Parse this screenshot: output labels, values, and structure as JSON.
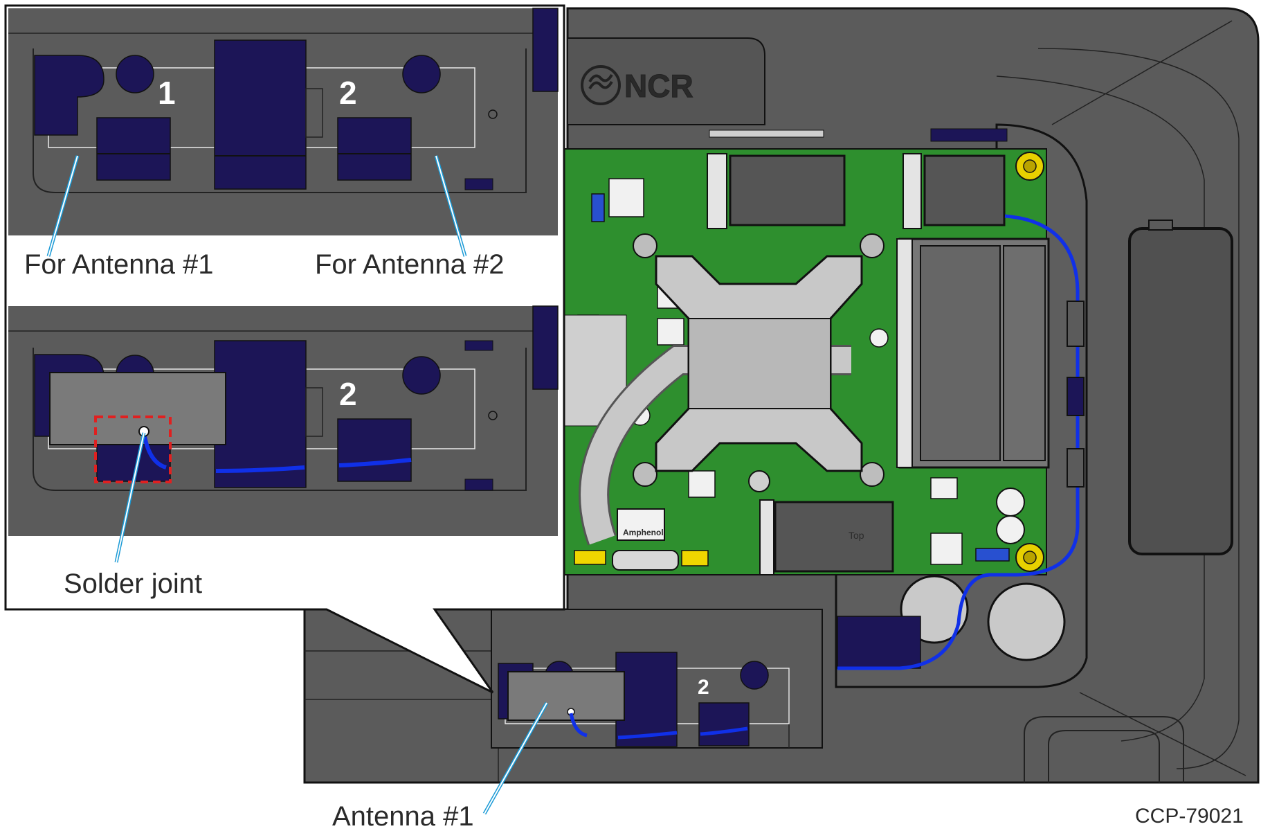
{
  "callout_top": {
    "slot_1_number": "1",
    "slot_2_number": "2",
    "label_antenna_1": "For Antenna #1",
    "label_antenna_2": "For Antenna #2"
  },
  "callout_bottom": {
    "slot_2_number": "2",
    "label_solder": "Solder joint"
  },
  "main": {
    "logo_text": "NCR",
    "connector_brand": "Amphenol",
    "module_label": "Top",
    "slot_2_number": "2",
    "label_antenna_1": "Antenna #1"
  },
  "figure_id": "CCP-79021",
  "colors": {
    "housing": "#5b5b5b",
    "housing_dark": "#4a4a4a",
    "pcb": "#2e8f2e",
    "component": "#1c1557",
    "cable": "#1030e8",
    "leader": "#1a9ad6",
    "heatsink": "#c8c8c8",
    "antenna": "#7a7a7a",
    "highlight": "#e02020"
  }
}
